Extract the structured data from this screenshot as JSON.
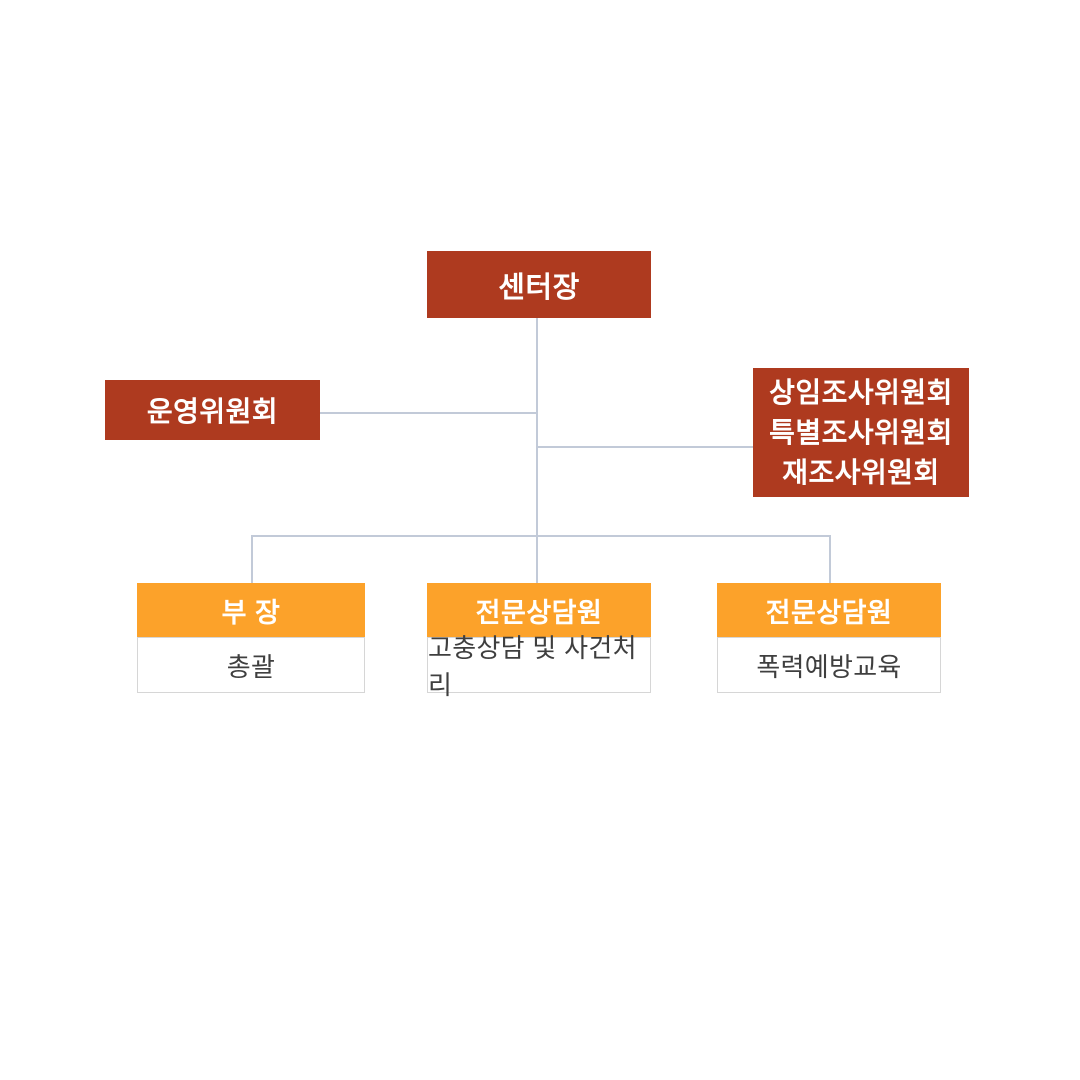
{
  "page": {
    "background": "#ffffff",
    "type": "organization-chart"
  },
  "colors": {
    "committee_box": "#ae3a1f",
    "department_header": "#fca22a",
    "connector_line": "#c2cad8",
    "department_body_border": "#d6d6d6",
    "department_body_text": "#3f3f3f",
    "box_text": "#ffffff"
  },
  "org_chart": {
    "root": {
      "label": "센터장"
    },
    "left_committee": {
      "label": "운영위원회"
    },
    "right_committee": {
      "lines": [
        "상임조사위원회",
        "특별조사위원회",
        "재조사위원회"
      ]
    },
    "departments": [
      {
        "title": "부 장",
        "role": "총괄"
      },
      {
        "title": "전문상담원",
        "role": "고충상담 및 사건처리"
      },
      {
        "title": "전문상담원",
        "role": "폭력예방교육"
      }
    ]
  }
}
